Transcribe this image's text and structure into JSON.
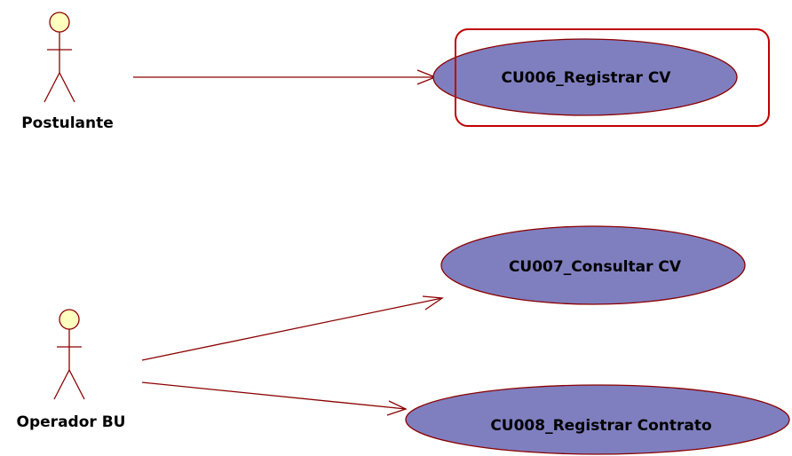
{
  "colors": {
    "stroke": "#8b0000",
    "actor_fill": "#ffffc0",
    "usecase_fill": "#7f7fbf",
    "selection": "#c00000",
    "text": "#000000"
  },
  "actors": [
    {
      "id": "postulante",
      "label": "Postulante"
    },
    {
      "id": "operador",
      "label": "Operador BU"
    }
  ],
  "use_cases": [
    {
      "id": "cu006",
      "label": "CU006_Registrar CV",
      "selected": true
    },
    {
      "id": "cu007",
      "label": "CU007_Consultar CV",
      "selected": false
    },
    {
      "id": "cu008",
      "label": "CU008_Registrar Contrato",
      "selected": false
    }
  ],
  "associations": [
    {
      "from": "postulante",
      "to": "cu006"
    },
    {
      "from": "operador",
      "to": "cu007"
    },
    {
      "from": "operador",
      "to": "cu008"
    }
  ]
}
